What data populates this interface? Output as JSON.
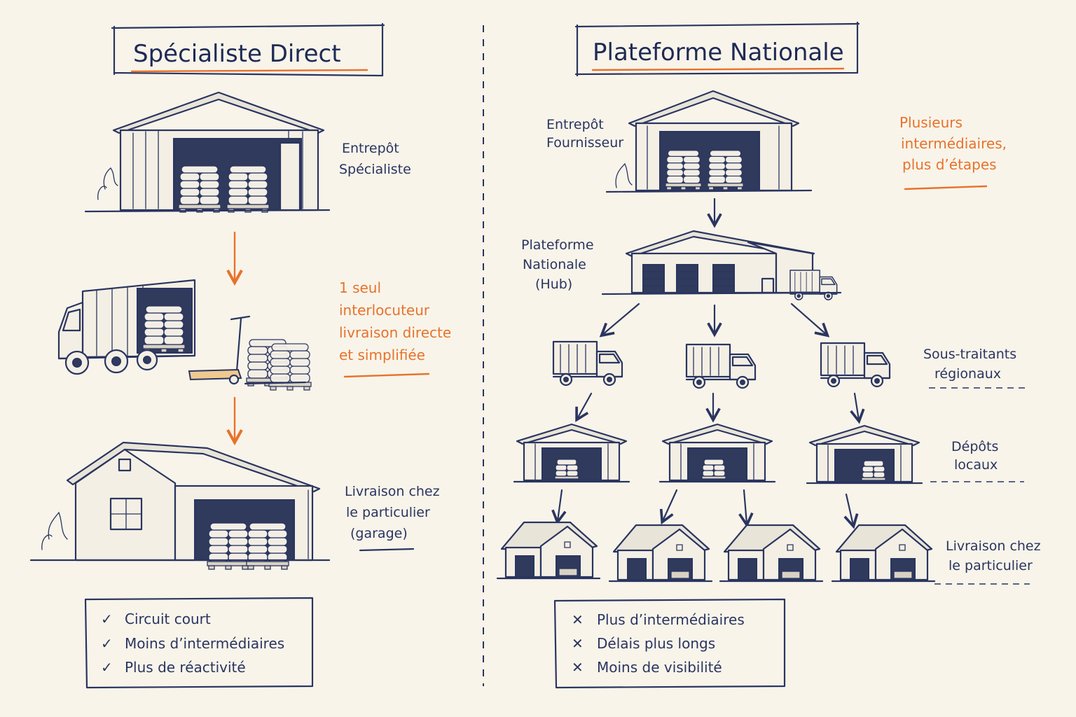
{
  "left": {
    "title": "Spécialiste Direct",
    "warehouse_label": [
      "Entrepôt",
      "Spécialiste"
    ],
    "note": [
      "1 seul",
      "interlocuteur",
      "livraison directe",
      "et simplifiée"
    ],
    "delivery_label": [
      "Livraison chez",
      "le particulier",
      "(garage)"
    ],
    "benefits": [
      {
        "mark": "✓",
        "text": "Circuit court"
      },
      {
        "mark": "✓",
        "text": "Moins d’intermédiaires"
      },
      {
        "mark": "✓",
        "text": "Plus de réactivité"
      }
    ]
  },
  "right": {
    "title": "Plateforme Nationale",
    "supplier_label": [
      "Entrepôt",
      "Fournisseur"
    ],
    "note": [
      "Plusieurs",
      "intermédiaires,",
      "plus d’étapes"
    ],
    "hub_label": [
      "Plateforme",
      "Nationale",
      "(Hub)"
    ],
    "subcontractors_label": [
      "Sous-traitants",
      "régionaux"
    ],
    "depots_label": [
      "Dépôts",
      "locaux"
    ],
    "delivery_label": [
      "Livraison chez",
      "le particulier"
    ],
    "drawbacks": [
      {
        "mark": "✕",
        "text": "Plus d’intermédiaires"
      },
      {
        "mark": "✕",
        "text": "Délais plus longs"
      },
      {
        "mark": "✕",
        "text": "Moins de visibilité"
      }
    ]
  },
  "colors": {
    "ink": "#2a3560",
    "accent": "#e8722a",
    "paper": "#f8f4ea"
  },
  "icons": [
    "warehouse-icon",
    "delivery-truck-icon",
    "pallet-jack-icon",
    "house-garage-icon",
    "hub-building-icon",
    "depot-icon",
    "arrow-down-icon",
    "check-icon",
    "cross-icon"
  ]
}
